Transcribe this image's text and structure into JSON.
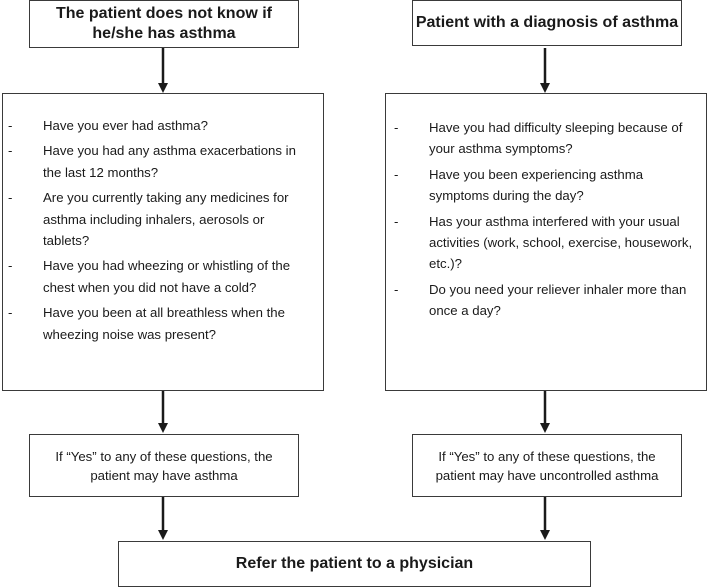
{
  "left": {
    "header": "The patient does not know if he/she has asthma",
    "questions": [
      "Have you ever had asthma?",
      "Have you had any asthma exacerbations in the last 12 months?",
      "Are you currently taking any medicines for asthma including inhalers, aerosols or tablets?",
      "Have you had wheezing or whistling of the chest when you did not have a cold?",
      "Have you been at all breathless when the wheezing noise was present?"
    ],
    "result": "If “Yes” to any of these questions, the patient may have asthma"
  },
  "right": {
    "header": "Patient with a diagnosis of asthma",
    "questions": [
      "Have you had difficulty sleeping because of your asthma symptoms?",
      "Have you been experiencing asthma symptoms during the day?",
      "Has your asthma interfered with your usual activities (work, school, exercise, housework, etc.)?",
      "Do you need your reliever inhaler more than once a day?"
    ],
    "result": "If “Yes” to any of these questions, the patient may have uncontrolled asthma"
  },
  "bullet": "-",
  "final": "Refer the patient to a physician"
}
